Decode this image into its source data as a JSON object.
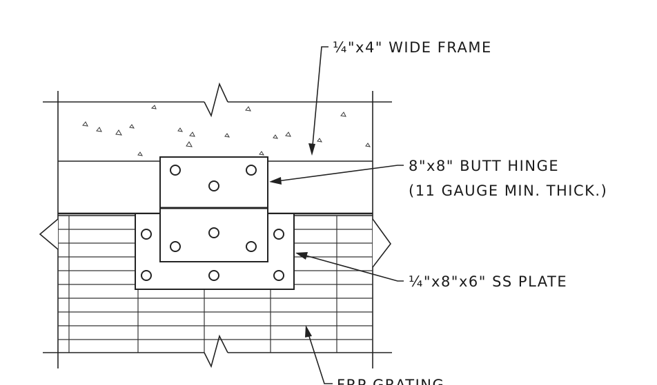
{
  "labels": {
    "frame": "¼\"x4\" WIDE FRAME",
    "hinge_line1": "8\"x8\" BUTT HINGE",
    "hinge_line2": "(11 GAUGE MIN. THICK.)",
    "plate": "¼\"x8\"x6\" SS PLATE",
    "grating": "FRP GRATING"
  }
}
